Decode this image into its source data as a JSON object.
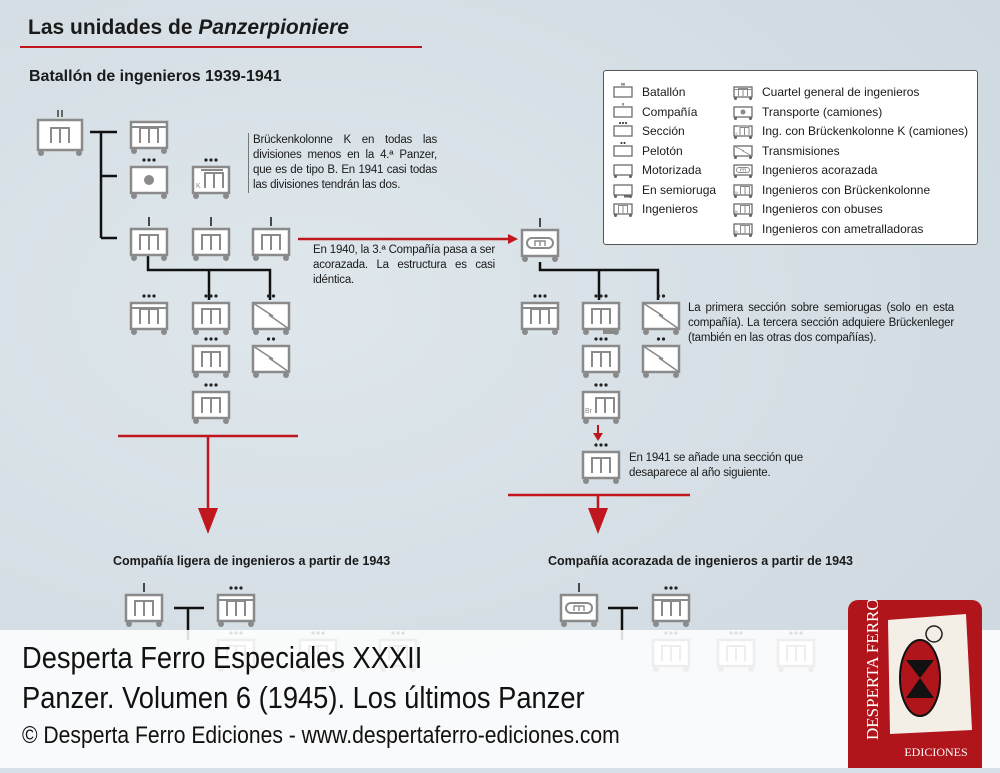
{
  "header": {
    "title_prefix": "Las unidades de ",
    "title_italic": "Panzerpioniere"
  },
  "section_title": "Batallón de ingenieros 1939-1941",
  "notes": {
    "bruckenkolonne": "Brückenkolonne K en todas las divisiones menos en la 4.ª Panzer, que es de tipo B. En 1941 casi todas las divisiones tendrán las dos.",
    "company_1940": "En 1940, la 3.ª Compañía pasa a ser acorazada. La estructura es casi idéntica.",
    "first_section": "La primera sección sobre semiorugas (solo en esta compañía). La tercera sección adquiere Brückenleger (también en las otras dos compañías).",
    "added_1941": "En 1941 se añade una sección que desaparece al año siguiente."
  },
  "legend": {
    "left": [
      {
        "icon": "battalion-icon",
        "label": "Batallón"
      },
      {
        "icon": "company-icon",
        "label": "Compañía"
      },
      {
        "icon": "section-icon",
        "label": "Sección"
      },
      {
        "icon": "platoon-icon",
        "label": "Pelotón"
      },
      {
        "icon": "motorized-icon",
        "label": "Motorizada"
      },
      {
        "icon": "halftrack-icon",
        "label": "En semioruga"
      },
      {
        "icon": "engineers-icon",
        "label": "Ingenieros"
      }
    ],
    "right": [
      {
        "icon": "engineer-hq-icon",
        "label": "Cuartel general de ingenieros"
      },
      {
        "icon": "transport-icon",
        "label": "Transporte (camiones)"
      },
      {
        "icon": "bridge-column-k-icon",
        "label": "Ing. con Brückenkolonne K (camiones)"
      },
      {
        "icon": "signals-icon",
        "label": "Transmisiones"
      },
      {
        "icon": "armored-engineers-icon",
        "label": "Ingenieros acorazada"
      },
      {
        "icon": "engineers-bridge-icon",
        "label": "Ingenieros con Brückenkolonne"
      },
      {
        "icon": "engineers-howitzer-icon",
        "label": "Ingenieros con obuses"
      },
      {
        "icon": "engineers-mg-icon",
        "label": "Ingenieros con ametralladoras"
      }
    ]
  },
  "lower_titles": {
    "light": "Compañía ligera de ingenieros a partir de 1943",
    "armored": "Compañía acorazada de ingenieros a partir de 1943"
  },
  "unit_labels": {
    "k": "K",
    "br": "Br"
  },
  "colors": {
    "accent": "#c0161e",
    "symbol": "#8a8a8a",
    "logo": "#b0151c"
  },
  "footer": {
    "line1": "Desperta Ferro Especiales XXXII",
    "line2": "Panzer. Volumen 6 (1945). Los últimos Panzer",
    "line3": "© Desperta Ferro Ediciones - www.despertaferro-ediciones.com"
  },
  "logo": {
    "top": "DESPERTA FERRO",
    "bottom": "EDICIONES"
  }
}
